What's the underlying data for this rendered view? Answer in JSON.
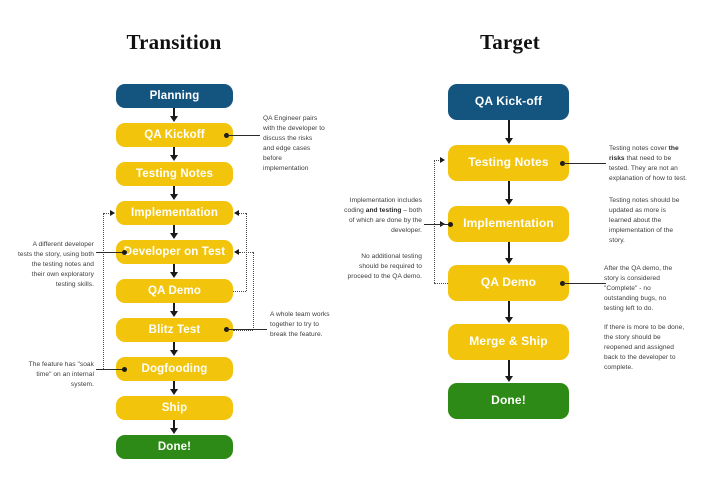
{
  "columns": {
    "left": {
      "title": "Transition",
      "nodes": [
        {
          "label": "Planning",
          "color": "#14557f"
        },
        {
          "label": "QA Kickoff",
          "color": "#f2c40c"
        },
        {
          "label": "Testing Notes",
          "color": "#f2c40c"
        },
        {
          "label": "Implementation",
          "color": "#f2c40c"
        },
        {
          "label": "Developer on Test",
          "color": "#f2c40c"
        },
        {
          "label": "QA Demo",
          "color": "#f2c40c"
        },
        {
          "label": "Blitz Test",
          "color": "#f2c40c"
        },
        {
          "label": "Dogfooding",
          "color": "#f2c40c"
        },
        {
          "label": "Ship",
          "color": "#f2c40c"
        },
        {
          "label": "Done!",
          "color": "#2d8a16"
        }
      ]
    },
    "right": {
      "title": "Target",
      "nodes": [
        {
          "label": "QA Kick-off",
          "color": "#14557f"
        },
        {
          "label": "Testing Notes",
          "color": "#f2c40c"
        },
        {
          "label": "Implementation",
          "color": "#f2c40c"
        },
        {
          "label": "QA Demo",
          "color": "#f2c40c"
        },
        {
          "label": "Merge & Ship",
          "color": "#f2c40c"
        },
        {
          "label": "Done!",
          "color": "#2d8a16"
        }
      ]
    }
  },
  "notes": {
    "qa_kickoff": "QA Engineer pairs with the developer to discuss the risks and edge cases before implementation",
    "developer_on_test": "A different developer tests the story, using both the testing notes and their own exploratory testing skills.",
    "blitz_test": "A whole team works together to try to break the feature.",
    "dogfooding": "The feature has \"soak time\" on an internal system.",
    "implementation_target_1_pre": "Implementation includes coding ",
    "implementation_target_1_bold": "and testing",
    "implementation_target_1_post": " – both of which are done by the developer.",
    "implementation_target_2": "No additional testing should be required to proceed to the QA demo.",
    "testing_notes_1_pre": "Testing notes cover ",
    "testing_notes_1_bold": "the risks",
    "testing_notes_1_post": " that need to be tested. They are not an explanation of how to test.",
    "testing_notes_2": "Testing notes should be updated as more is learned about the implementation of the story.",
    "qa_demo_1": "After the QA demo, the story is considered \"Complete\" - no outstanding bugs, no testing left to do.",
    "qa_demo_2": "If there is more to be done, the story should be reopened and assigned back to the developer to complete."
  },
  "colors": {
    "blue": "#14557f",
    "yellow": "#f2c40c",
    "green": "#2d8a16",
    "arrow": "#1a1a1a",
    "note_text": "#3b3b3b"
  }
}
